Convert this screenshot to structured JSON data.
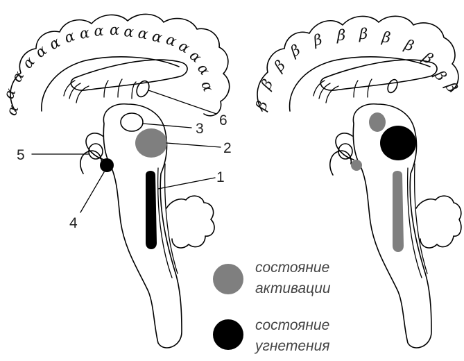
{
  "callouts": [
    "1",
    "2",
    "3",
    "4",
    "5",
    "6"
  ],
  "wave_glyphs": {
    "left": "ᾰ",
    "alpha": "ɑ",
    "beta": "β"
  },
  "legend": {
    "activation": {
      "line1": "состояние",
      "line2": "активации",
      "color": "#7f7f7f"
    },
    "inhibition": {
      "line1": "состояние",
      "line2": "угнетения",
      "color": "#000000"
    }
  },
  "colors": {
    "activation": "#7f7f7f",
    "inhibition": "#000000",
    "outline": "#000000",
    "background": "#ffffff"
  }
}
